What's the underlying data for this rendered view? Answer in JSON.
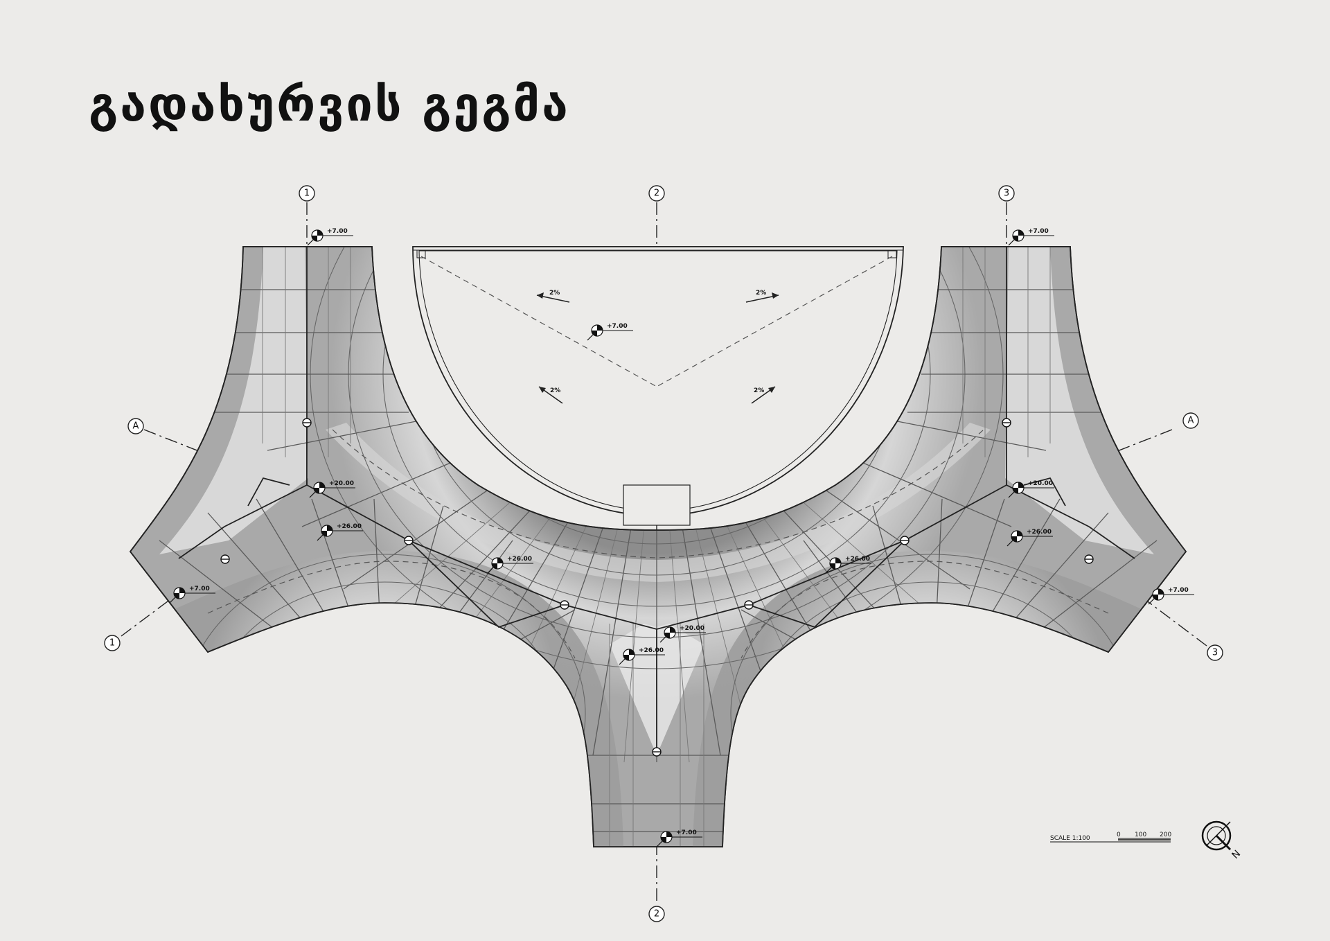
{
  "title": "გადახურვის გეგმა",
  "grid_axes": {
    "axis_1": "1",
    "axis_2": "2",
    "axis_3": "3",
    "axis_a": "A"
  },
  "levels": {
    "plus_7": "+7.00",
    "plus_20": "+20.00",
    "plus_26": "+26.00"
  },
  "slope": "2%",
  "scale": {
    "label": "SCALE 1:100",
    "ticks": [
      "0",
      "100",
      "200"
    ]
  },
  "north_label": "N",
  "colors": {
    "background": "#ecebe9",
    "roof_fill": "#b9b9b9",
    "line": "#222222"
  }
}
